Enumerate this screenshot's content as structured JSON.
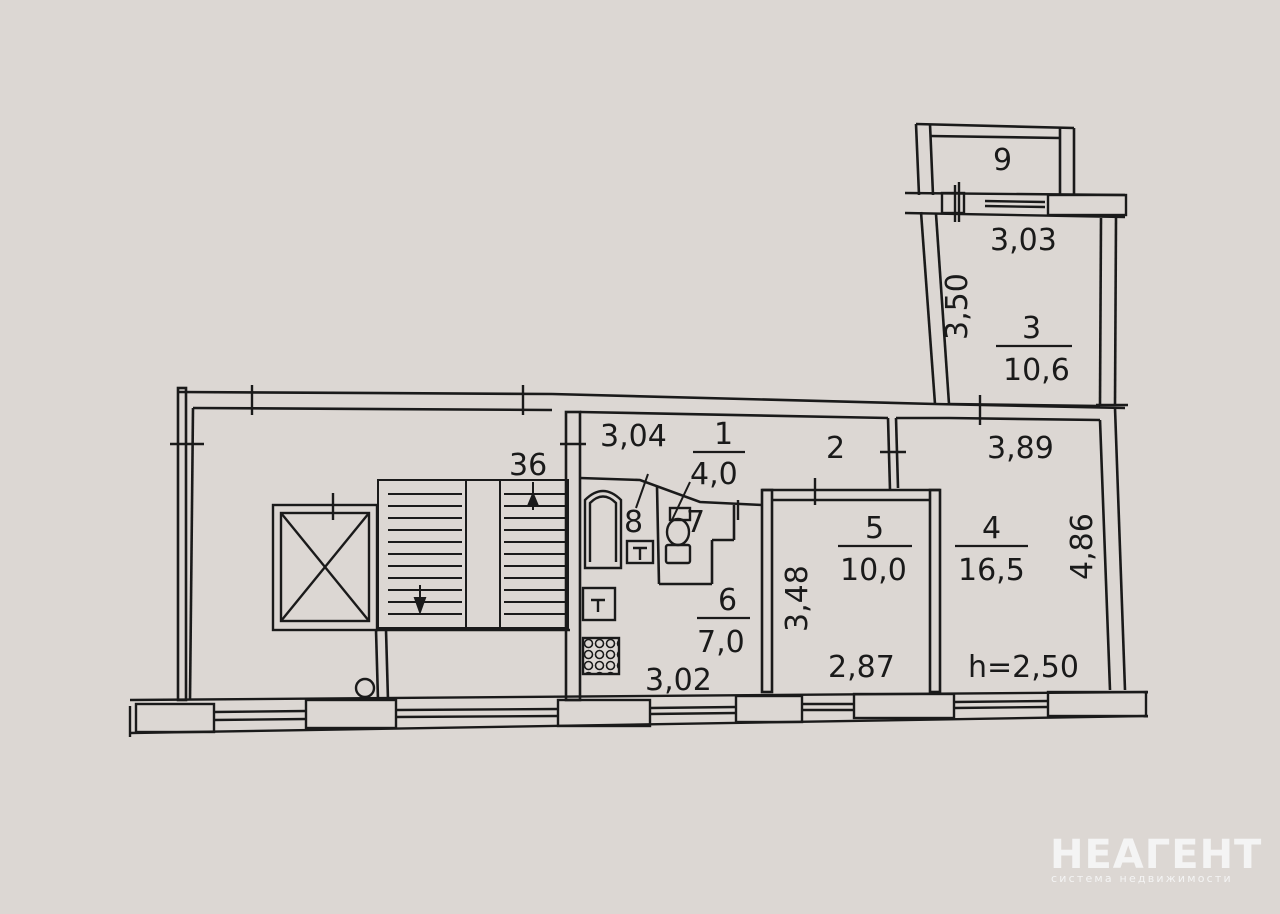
{
  "colors": {
    "paper": "#dcd7d3",
    "ink": "#1a1a1a",
    "watermark": "#f4f4f4"
  },
  "stairwell": {
    "number": "36"
  },
  "rooms": {
    "r1": {
      "number": "1",
      "area": "4,0",
      "width": "3,04"
    },
    "r2": {
      "number": "2"
    },
    "r3": {
      "number": "3",
      "area": "10,6",
      "width": "3,03",
      "depth": "3,50"
    },
    "r4": {
      "number": "4",
      "area": "16,5",
      "width": "3,89",
      "depth": "4,86"
    },
    "r5": {
      "number": "5",
      "area": "10,0",
      "width": "2,87",
      "depth": "3,48"
    },
    "r6": {
      "number": "6",
      "area": "7,0",
      "width": "3,02"
    },
    "r7": {
      "number": "7"
    },
    "r8": {
      "number": "8"
    },
    "r9": {
      "number": "9"
    }
  },
  "ceiling_height": "h=2,50",
  "icons": [
    "elevator-shaft-icon",
    "stairs-icon",
    "bathtub-icon",
    "toilet-icon",
    "sink-icon",
    "stove-icon",
    "garbage-chute-icon"
  ],
  "watermark": {
    "logo": "НЕАГЕНТ",
    "tagline": "система недвижимости"
  }
}
